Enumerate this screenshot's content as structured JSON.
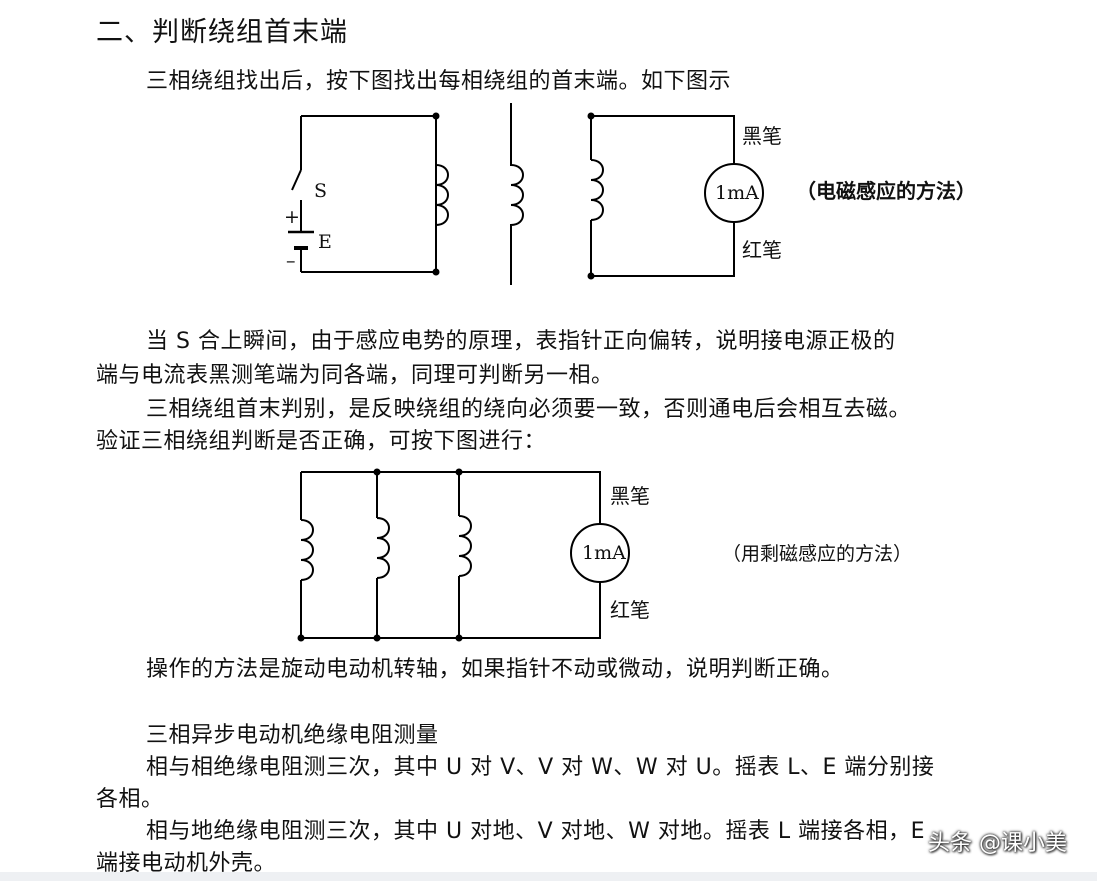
{
  "heading": "二、判断绕组首末端",
  "para_intro": "三相绕组找出后，按下图找出每相绕组的首末端。如下图示",
  "fig1": {
    "switch_label": "S",
    "plus": "+",
    "battery_label": "E",
    "minus": "–",
    "black_pen": "黑笔",
    "meter": "1mA",
    "red_pen": "红笔",
    "method": "（电磁感应的方法）"
  },
  "para_s1": "当 S 合上瞬间，由于感应电势的原理，表指针正向偏转，说明接电源正极的",
  "para_s2": "端与电流表黑测笔端为同各端，同理可判断另一相。",
  "para_s3": "三相绕组首末判别，是反映绕组的绕向必须要一致，否则通电后会相互去磁。",
  "para_s4": "验证三相绕组判断是否正确，可按下图进行：",
  "fig2": {
    "black_pen": "黑笔",
    "meter": "1mA",
    "red_pen": "红笔",
    "method": "（用剩磁感应的方法）"
  },
  "para_op": "操作的方法是旋动电动机转轴，如果指针不动或微动，说明判断正确。",
  "sub_heading": "三相异步电动机绝缘电阻测量",
  "para_p1": "相与相绝缘电阻测三次，其中 U 对 V、V 对 W、W 对 U。摇表 L、E 端分别接",
  "para_p2": "各相。",
  "para_g1": "相与地绝缘电阻测三次，其中 U 对地、V 对地、W 对地。摇表 L 端接各相，E",
  "para_g2": "端接电动机外壳。",
  "watermark": "头条 @课小美"
}
